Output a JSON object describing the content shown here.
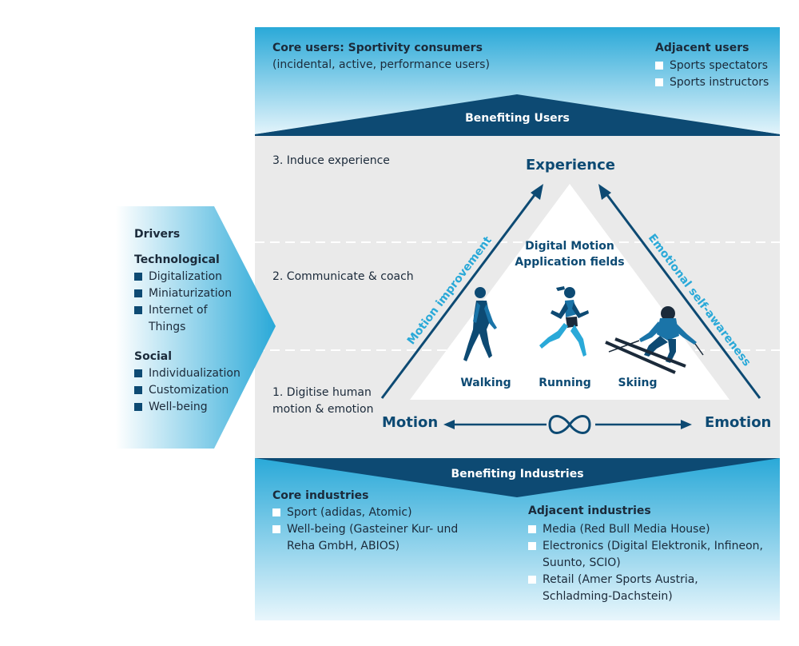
{
  "users": {
    "core_title": "Core users: Sportivity consumers",
    "core_subtitle": "(incidental, active, performance users)",
    "adjacent_title": "Adjacent users",
    "adjacent_items": [
      "Sports spectators",
      "Sports instructors"
    ],
    "banner": "Benefiting Users"
  },
  "levels": {
    "level3": "3. Induce experience",
    "level2": "2. Communicate & coach",
    "level1_line1": "1. Digitise human",
    "level1_line2": "motion & emotion"
  },
  "triangle": {
    "top": "Experience",
    "left": "Motion",
    "right": "Emotion",
    "left_edge": "Motion improvement",
    "right_edge": "Emotional self-awareness",
    "center_line1": "Digital Motion",
    "center_line2": "Application fields",
    "activities": [
      "Walking",
      "Running",
      "Skiing"
    ]
  },
  "drivers": {
    "title": "Drivers",
    "technological_title": "Technological",
    "technological_items": [
      "Digitalization",
      "Miniaturization",
      "Internet of",
      "Things"
    ],
    "social_title": "Social",
    "social_items": [
      "Individualization",
      "Customization",
      "Well-being"
    ]
  },
  "industries": {
    "banner": "Benefiting Industries",
    "core_title": "Core industries",
    "core_items": [
      "Sport (adidas, Atomic)",
      "Well-being (Gasteiner Kur- und",
      "Reha GmbH, ABIOS)"
    ],
    "adjacent_title": "Adjacent industries",
    "adjacent_items": [
      "Media (Red Bull Media House)",
      "Electronics (Digital Elektronik, Infineon,",
      "Suunto, SCIO)",
      "Retail (Amer Sports Austria,",
      "Schladming-Dachstein)"
    ]
  },
  "colors": {
    "navy": "#0d4a73",
    "cyan": "#2aa9d8",
    "light_cyan": "#d6eef8",
    "grey_panel": "#eaeaea"
  }
}
